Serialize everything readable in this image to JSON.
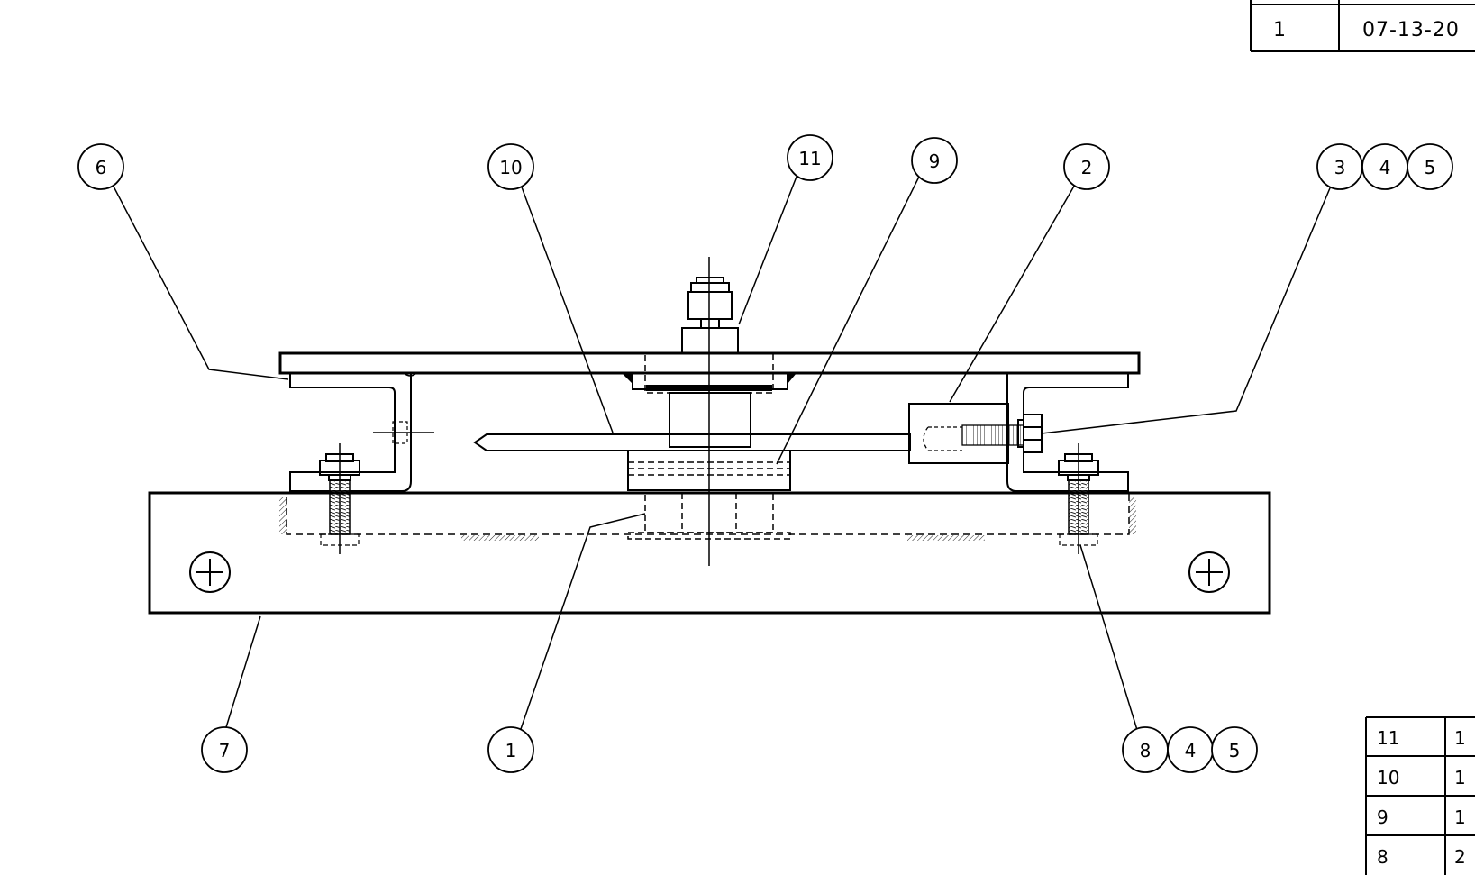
{
  "revision_table": {
    "rev": "1",
    "date": "07-13-20"
  },
  "balloons": {
    "b6": "6",
    "b10": "10",
    "b11": "11",
    "b9": "9",
    "b2": "2",
    "b3": "3",
    "b4_top": "4",
    "b5_top": "5",
    "b7": "7",
    "b1": "1",
    "b8": "8",
    "b4_bottom": "4",
    "b5_bottom": "5"
  },
  "parts_list": {
    "rows": [
      {
        "item": "11",
        "qty": "1"
      },
      {
        "item": "10",
        "qty": "1"
      },
      {
        "item": "9",
        "qty": "1"
      },
      {
        "item": "8",
        "qty": "2"
      }
    ]
  }
}
